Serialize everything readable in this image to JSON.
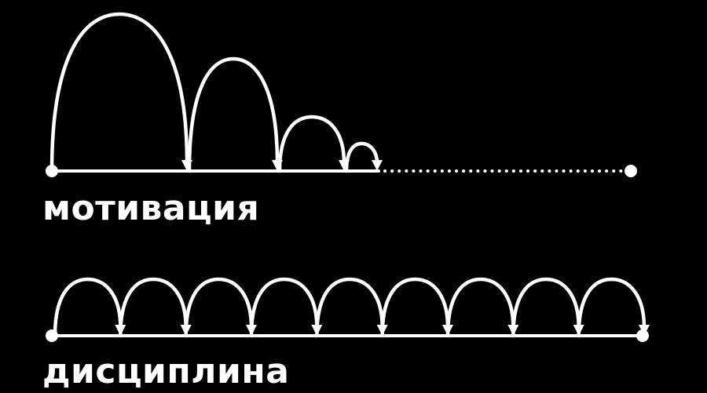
{
  "colors": {
    "background": "#000000",
    "foreground": "#ffffff"
  },
  "motivation": {
    "label": "мотивация",
    "jumps": 4,
    "trail": "dotted line to end point"
  },
  "discipline": {
    "label": "дисциплина",
    "jumps": 9
  }
}
